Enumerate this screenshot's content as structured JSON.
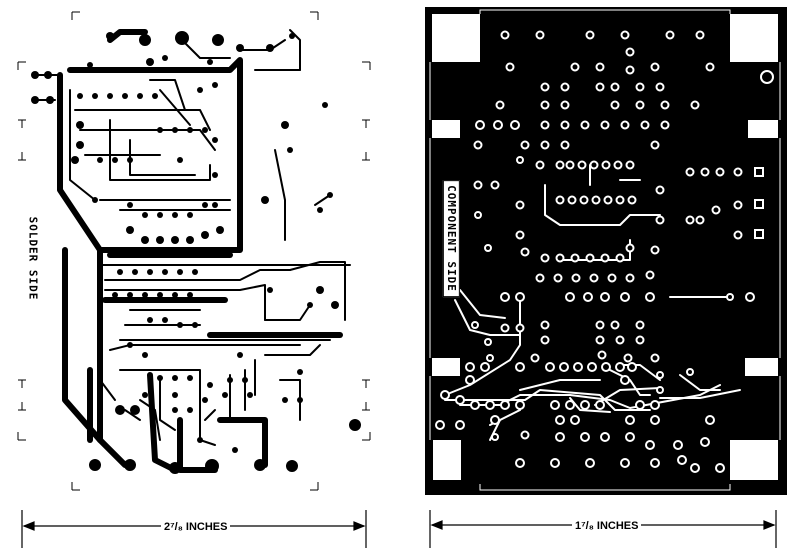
{
  "solder_side": {
    "label": "SOLDER SIDE",
    "dimension": "2⁷/₈ INCHES"
  },
  "component_side": {
    "label": "COMPONENT SIDE",
    "dimension": "1⁷/₈ INCHES"
  },
  "colors": {
    "copper": "#000000",
    "background": "#ffffff"
  }
}
